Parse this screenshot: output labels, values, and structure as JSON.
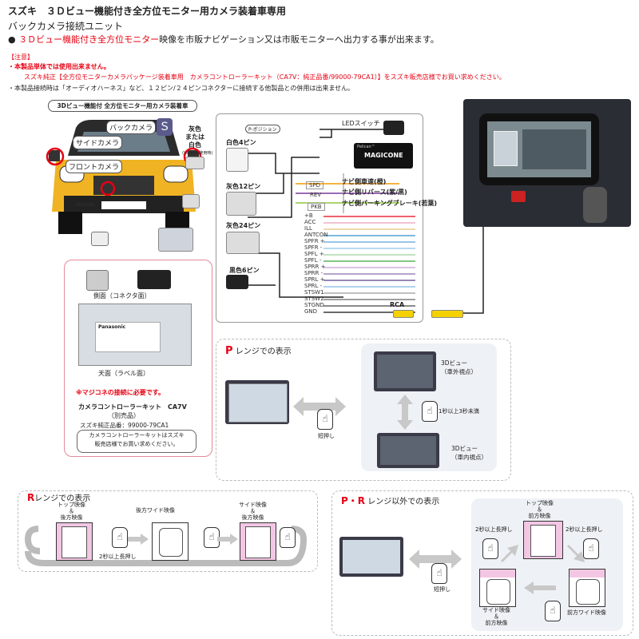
{
  "header": {
    "title": "スズキ　３Ｄビュー機能付き全方位モニター用カメラ装着車専用",
    "subtitle": "バックカメラ接続ユニット",
    "bullet_red": "３Ｄビュー機能付き全方位モニター",
    "bullet_rest": "映像を市販ナビゲーション又は市販モニターへ出力する事が出来ます。"
  },
  "notes": {
    "heading": "【注意】",
    "line1": "・本製品単体では使用出来ません。",
    "line2": "スズキ純正【全方位モニターカメラパッケージ装着車用　カメラコントローラーキット（CA7V：純正品番/99000-79CA1）】をスズキ販売店様でお買い求めください。",
    "line3": "・本製品接続時は「オーディオハーネス」など、１２ピン/２４ピンコネクターに接続する他製品との併用は出来ません。"
  },
  "car": {
    "banner": "3Dビュー機能付 全方位モニター用カメラ装着車",
    "back_camera": "バックカメラ",
    "side_camera": "サイドカメラ",
    "front_camera": "フロントカメラ",
    "plate": "HUSTLER"
  },
  "connectors": {
    "gray_or_white": "灰色\nまたは\n白色",
    "vswitch": "(Vswitch使用時)",
    "white4": "白色4ピン",
    "gray12": "灰色12ピン",
    "gray24": "灰色24ピン",
    "black6": "黒色6ピン"
  },
  "wiring": {
    "p_position": "P-ポジション",
    "led_switch": "LEDスイッチ",
    "unit_brand": "MAGICONE",
    "unit_small": "Pelican™",
    "spd": "SPD",
    "rev": "REV",
    "pkb": "PKB",
    "nav_speed": "ナビ側車速(橙)",
    "nav_reverse": "ナビ側リバース(紫/黒)",
    "nav_parking": "ナビ側パーキングブレーキ(若葉)",
    "pins": [
      "+B",
      "ACC",
      "ILL",
      "ANTCON",
      "SPFR +",
      "SPFR -",
      "SPFL +",
      "SPFL -",
      "SPRR +",
      "SPRR -",
      "SPRL +",
      "SPRL -",
      "STSW1",
      "STSW2",
      "STGND",
      "GND"
    ],
    "rca": "RCA"
  },
  "kit": {
    "side_view": "側面（コネクタ面）",
    "top_view": "天面（ラベル面）",
    "label_brand": "Panasonic",
    "warning": "※マジコネの接続に必要です。",
    "name": "カメラコントローラーキット　CA7V",
    "sold_separately": "（別売品）",
    "part_no": "スズキ純正品番：99000-79CA1",
    "buy_note": "カメラコントローラーキットはスズキ\n販売店様でお買い求めください。"
  },
  "p_range": {
    "letter": "P",
    "title": "レンジでの表示",
    "view_outside": "3Dビュー\n（車外視点）",
    "view_inside": "3Dビュー\n（車内視点）",
    "press_short": "短押し",
    "press_cycle": "1秒以上3秒未満"
  },
  "r_range": {
    "letter": "R",
    "title": "レンジでの表示",
    "top_rear": "トップ映像\n＆\n後方映像",
    "rear_wide": "後方ワイド映像",
    "side_rear": "サイド映像\n＆\n後方映像",
    "press_long": "2秒以上長押し"
  },
  "pr_range": {
    "letter": "P・R",
    "title": "レンジ以外での表示",
    "top_front": "トップ映像\n＆\n前方映像",
    "front_wide": "前方ワイド映像",
    "side_front": "サイド映像\n＆\n前方映像",
    "press_long_left": "2秒以上長押し",
    "press_long_right": "2秒以上長押し",
    "press_short": "短押し"
  },
  "colors": {
    "accent_red": "#e60012",
    "car_yellow": "#f0b323",
    "wire_orange": "#f39800",
    "wire_purple": "#7a3b9a",
    "wire_green": "#8dc63f",
    "rca_yellow": "#f5d100"
  }
}
